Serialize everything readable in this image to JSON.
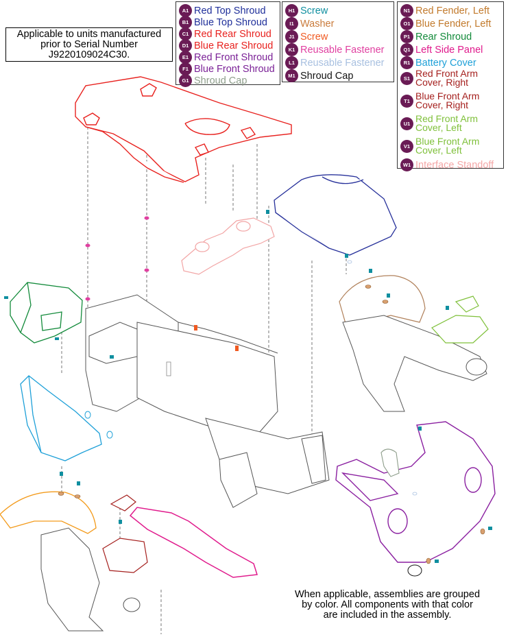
{
  "note": {
    "lines": [
      "Applicable to units manufactured",
      "prior to Serial Number",
      "J9220109024C30."
    ]
  },
  "legend_columns": [
    [
      {
        "code": "A1",
        "label": "Red Top Shroud",
        "color": "#1f2f9a"
      },
      {
        "code": "B1",
        "label": "Blue Top Shroud",
        "color": "#1f2f9a"
      },
      {
        "code": "C1",
        "label": "Red Rear Shroud",
        "color": "#e8211e"
      },
      {
        "code": "D1",
        "label": "Blue Rear Shroud",
        "color": "#e8211e"
      },
      {
        "code": "E1",
        "label": "Red Front Shroud",
        "color": "#7a2096"
      },
      {
        "code": "F1",
        "label": "Blue Front Shroud",
        "color": "#7a2096"
      },
      {
        "code": "G1",
        "label": "Shroud Cap",
        "color": "#8d9d8a"
      }
    ],
    [
      {
        "code": "H1",
        "label": "Screw",
        "color": "#0f8fa0"
      },
      {
        "code": "I1",
        "label": "Washer",
        "color": "#c97a3a"
      },
      {
        "code": "J1",
        "label": "Screw",
        "color": "#f05a22"
      },
      {
        "code": "K1",
        "label": "Reusable Fastener",
        "color": "#e03fa0"
      },
      {
        "code": "L1",
        "label": "Reusable Fastener",
        "color": "#a8c0e0"
      },
      {
        "code": "M1",
        "label": "Shroud Cap",
        "color": "#111111"
      }
    ],
    [
      {
        "code": "N1",
        "label": "Red Fender, Left",
        "color": "#c27a2c"
      },
      {
        "code": "O1",
        "label": "Blue Fender, Left",
        "color": "#c27a2c"
      },
      {
        "code": "P1",
        "label": "Rear Shroud",
        "color": "#128a3a"
      },
      {
        "code": "Q1",
        "label": "Left Side Panel",
        "color": "#e01a8c"
      },
      {
        "code": "R1",
        "label": "Battery Cover",
        "color": "#1ea0d8"
      },
      {
        "code": "S1",
        "label": "Red Front Arm Cover, Right",
        "color": "#a5201e"
      },
      {
        "code": "T1",
        "label": "Blue Front Arm Cover, Right",
        "color": "#a5201e"
      },
      {
        "code": "U1",
        "label": "Red Front Arm Cover, Left",
        "color": "#7fc03a"
      },
      {
        "code": "V1",
        "label": "Blue Front Arm Cover, Left",
        "color": "#7fc03a"
      },
      {
        "code": "W1",
        "label": "Interface Standoff",
        "color": "#f4a7a7"
      }
    ]
  ],
  "footer": {
    "lines": [
      "When applicable, assemblies are grouped",
      "by color. All components with that color",
      "are included in the assembly."
    ]
  }
}
